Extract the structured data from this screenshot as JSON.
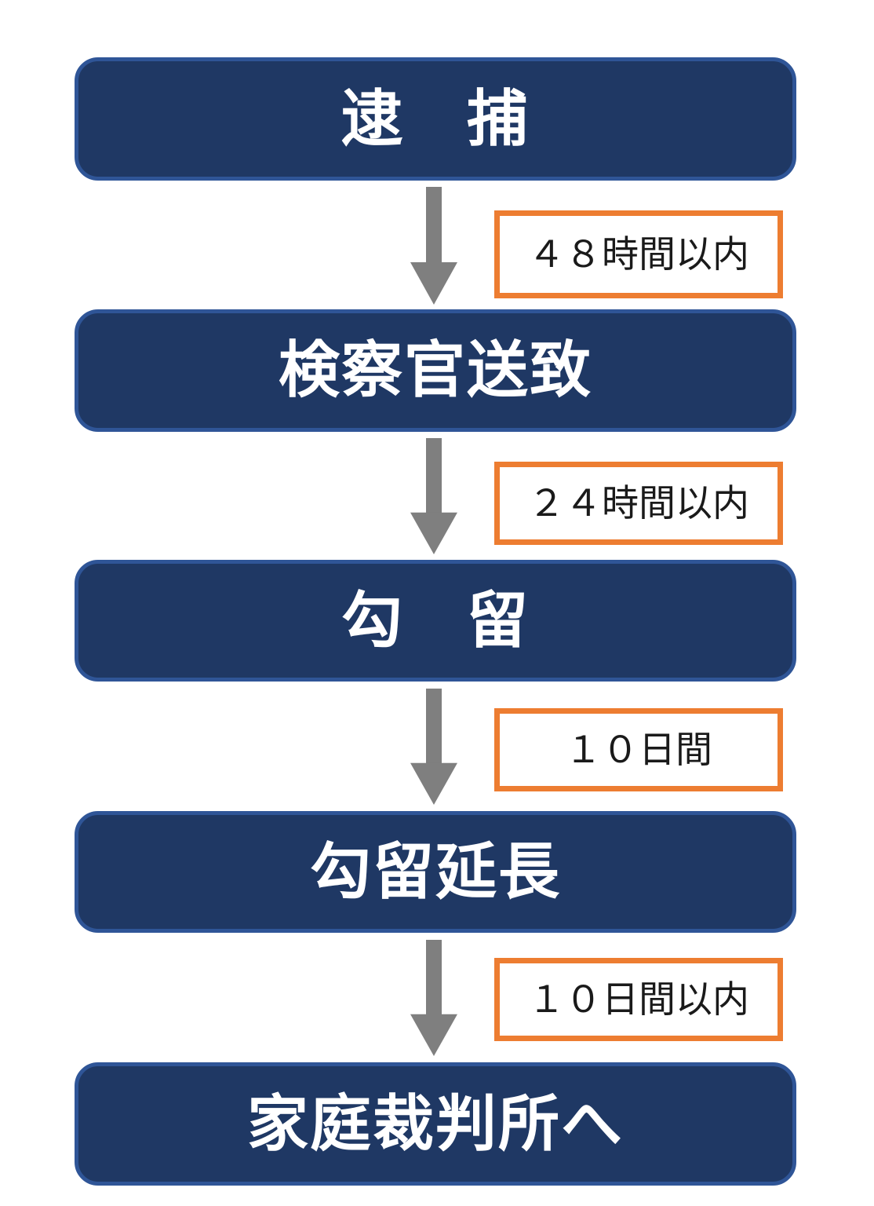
{
  "colors": {
    "background": "#FFFFFF",
    "stage_fill": "#1F3864",
    "stage_border": "#2F5597",
    "stage_text": "#FFFFFF",
    "arrow_color": "#7F7F7F",
    "label_fill": "#FFFFFF",
    "label_border": "#ED7D31",
    "label_text": "#1A1A1A"
  },
  "flowchart": {
    "stages": [
      {
        "label": "逮　捕"
      },
      {
        "label": "検察官送致"
      },
      {
        "label": "勾　留"
      },
      {
        "label": "勾留延長"
      },
      {
        "label": "家庭裁判所へ"
      }
    ],
    "transitions": [
      {
        "duration": "４８時間以内"
      },
      {
        "duration": "２４時間以内"
      },
      {
        "duration": "１０日間"
      },
      {
        "duration": "１０日間以内"
      }
    ]
  }
}
